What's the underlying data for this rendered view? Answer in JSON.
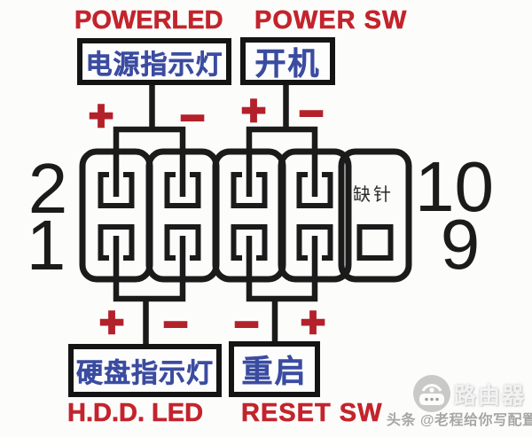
{
  "headers": {
    "power_led": {
      "en": "POWERLED",
      "cn": "电源指示灯"
    },
    "power_sw": {
      "en": "POWER SW",
      "cn": "开机"
    },
    "hdd_led": {
      "en": "H.D.D. LED",
      "cn": "硬盘指示灯"
    },
    "reset_sw": {
      "en": "RESET SW",
      "cn": "重启"
    }
  },
  "polarity": {
    "power_led": {
      "left": "+",
      "right": "−"
    },
    "power_sw": {
      "left": "+",
      "right": "−"
    },
    "hdd_led": {
      "left": "+",
      "right": "−"
    },
    "reset_sw": {
      "left": "−",
      "right": "+"
    }
  },
  "pin_numbers": {
    "top_left": "2",
    "bottom_left": "1",
    "top_right": "10",
    "bottom_right": "9"
  },
  "missing_pin_label": "缺针",
  "watermark": {
    "icon": "router-icon",
    "name": "路由器",
    "credit": "头条 @老程给你写配置"
  },
  "colors": {
    "wire_black": "#1b1b1b",
    "title_red": "#c3242c",
    "sign_red": "#b3212b",
    "label_blue": "#3b4ca0"
  }
}
